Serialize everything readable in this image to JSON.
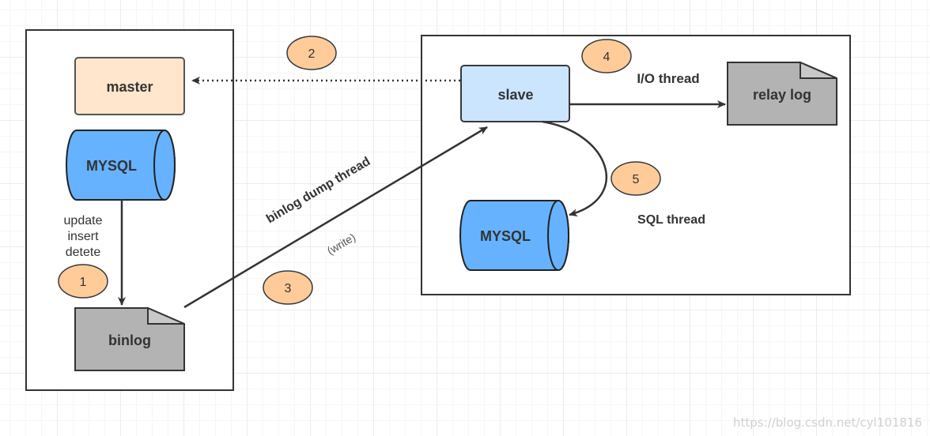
{
  "master": {
    "box_label": "master"
  },
  "slave": {
    "box_label": "slave"
  },
  "mysql_master": {
    "label": "MYSQL"
  },
  "mysql_slave": {
    "label": "MYSQL"
  },
  "binlog": {
    "label": "binlog"
  },
  "relay_log": {
    "label": "relay log"
  },
  "operations": [
    "update",
    "insert",
    "detete"
  ],
  "steps": [
    "1",
    "2",
    "3",
    "4",
    "5"
  ],
  "threads": {
    "binlog_dump": "binlog dump thread",
    "write_note": "(write)",
    "io": "I/O thread",
    "sql": "SQL thread"
  },
  "watermark": "https://blog.csdn.net/cyl101816",
  "colors": {
    "master_fill": "#ffe6cc",
    "master_stroke": "#d79b00",
    "slave_fill": "#cce5ff",
    "slave_stroke": "#36393d",
    "db_fill": "#66b2ff",
    "doc_fill": "#b3b3b3",
    "step_fill": "#ffcc99",
    "step_stroke": "#36393d",
    "line": "#333333"
  }
}
